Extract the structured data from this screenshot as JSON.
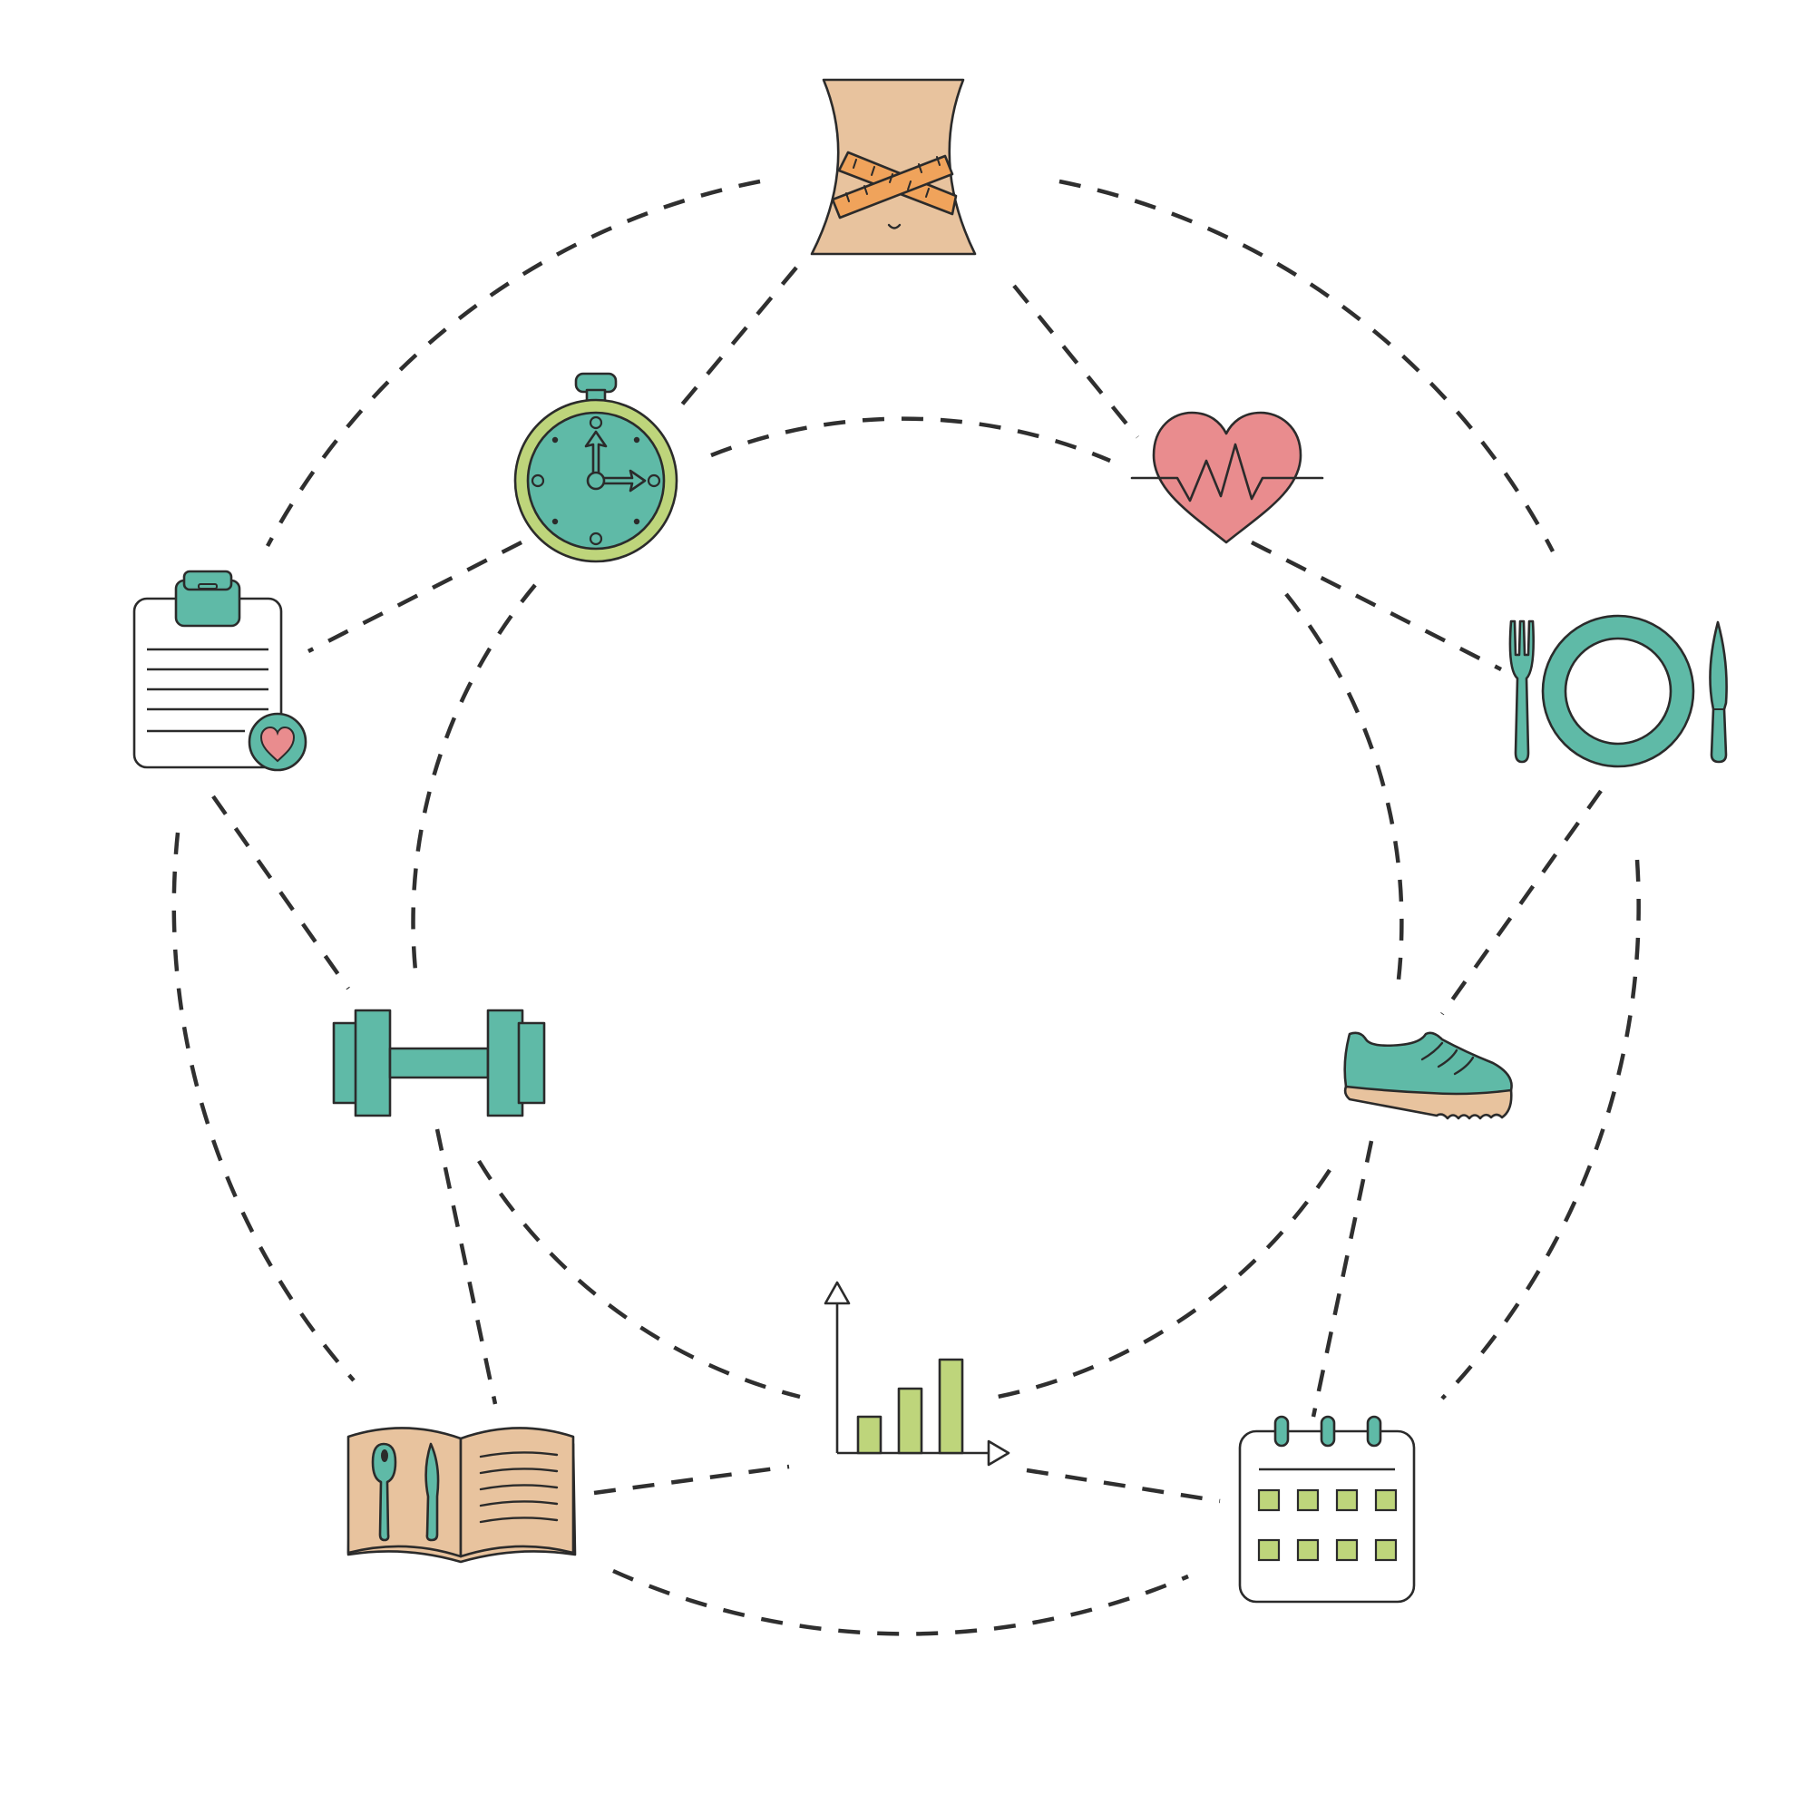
{
  "diagram": {
    "colors": {
      "teal": "#5fbaa7",
      "peach": "#e8c39e",
      "orange": "#f0a35b",
      "pink": "#e98c8e",
      "green": "#bed57b",
      "outline": "#2b2b2b",
      "dash": "#2f2f2f",
      "background": "#ffffff"
    },
    "nodes": [
      {
        "name": "waist-measure-icon",
        "icon": "waist-with-measuring-tape"
      },
      {
        "name": "stopwatch-icon",
        "icon": "stopwatch"
      },
      {
        "name": "heartbeat-icon",
        "icon": "heart-with-pulse-line"
      },
      {
        "name": "medical-clipboard-icon",
        "icon": "clipboard-with-heart"
      },
      {
        "name": "plate-cutlery-icon",
        "icon": "fork-plate-knife"
      },
      {
        "name": "dumbbell-icon",
        "icon": "dumbbell"
      },
      {
        "name": "sneaker-icon",
        "icon": "running-shoe"
      },
      {
        "name": "bar-chart-icon",
        "icon": "rising-bar-chart"
      },
      {
        "name": "recipe-book-icon",
        "icon": "open-book-with-cutlery"
      },
      {
        "name": "calendar-icon",
        "icon": "calendar"
      }
    ],
    "connectors": {
      "style": "dashed",
      "rings": [
        "outer-ring",
        "inner-ring"
      ]
    }
  }
}
